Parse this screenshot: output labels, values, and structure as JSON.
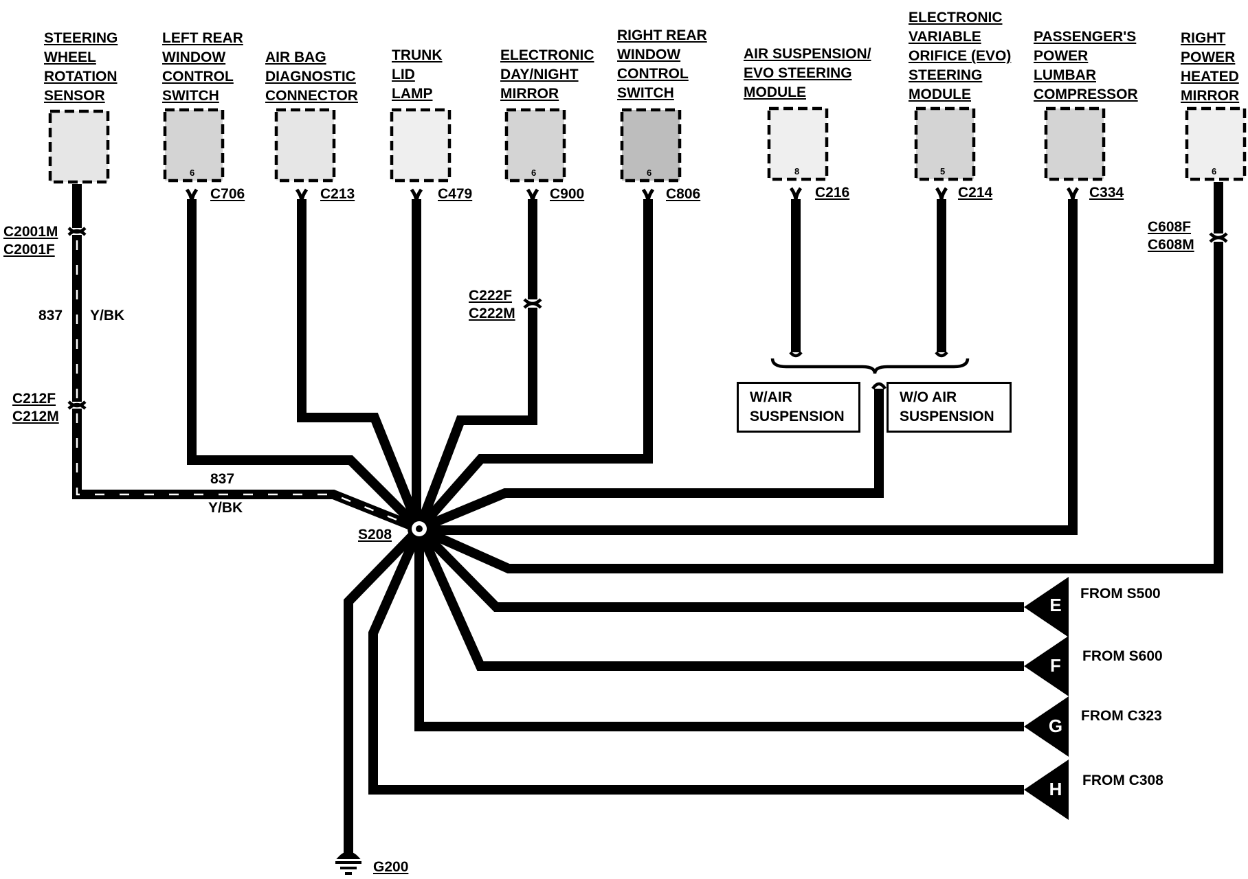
{
  "components": [
    {
      "id": "steering-wheel-rotation-sensor",
      "label": "STEERING\nWHEEL\nROTATION\nSENSOR",
      "pin": "",
      "connector": ""
    },
    {
      "id": "left-rear-window-control-switch",
      "label": "LEFT REAR\nWINDOW\nCONTROL\nSWITCH",
      "pin": "6",
      "connector": "C706"
    },
    {
      "id": "air-bag-diagnostic-connector",
      "label": "AIR BAG\nDIAGNOSTIC\nCONNECTOR",
      "pin": "",
      "connector": "C213"
    },
    {
      "id": "trunk-lid-lamp",
      "label": "TRUNK\nLID\nLAMP",
      "pin": "",
      "connector": "C479"
    },
    {
      "id": "electronic-day-night-mirror",
      "label": "ELECTRONIC\nDAY/NIGHT\nMIRROR",
      "pin": "6",
      "connector": "C900"
    },
    {
      "id": "right-rear-window-control-switch",
      "label": "RIGHT REAR\nWINDOW\nCONTROL\nSWITCH",
      "pin": "6",
      "connector": "C806"
    },
    {
      "id": "air-suspension-evo-steering-module",
      "label": "AIR SUSPENSION/\nEVO STEERING\nMODULE",
      "pin": "8",
      "connector": "C216"
    },
    {
      "id": "evo-steering-module",
      "label": "ELECTRONIC\nVARIABLE\nORIFICE (EVO)\nSTEERING\nMODULE",
      "pin": "5",
      "connector": "C214"
    },
    {
      "id": "passengers-power-lumbar-compressor",
      "label": "PASSENGER'S\nPOWER\nLUMBAR\nCOMPRESSOR",
      "pin": "",
      "connector": "C334"
    },
    {
      "id": "right-power-heated-mirror",
      "label": "RIGHT\nPOWER\nHEATED\nMIRROR",
      "pin": "6",
      "connector": ""
    }
  ],
  "inline_connectors": {
    "c2001": "C2001M\nC2001F",
    "c212": "C212F\nC212M",
    "c222": "C222F\nC222M",
    "c608": "C608F\nC608M"
  },
  "wire": {
    "circuit": "837",
    "color": "Y/BK"
  },
  "splice": "S208",
  "ground": "G200",
  "options": {
    "with_air": "W/AIR\nSUSPENSION",
    "without_air": "W/O AIR\nSUSPENSION"
  },
  "arrows": [
    {
      "letter": "E",
      "text": "FROM S500"
    },
    {
      "letter": "F",
      "text": "FROM S600"
    },
    {
      "letter": "G",
      "text": "FROM C323"
    },
    {
      "letter": "H",
      "text": "FROM C308"
    }
  ],
  "colors": {
    "ink": "#000000",
    "paper": "#ffffff"
  }
}
